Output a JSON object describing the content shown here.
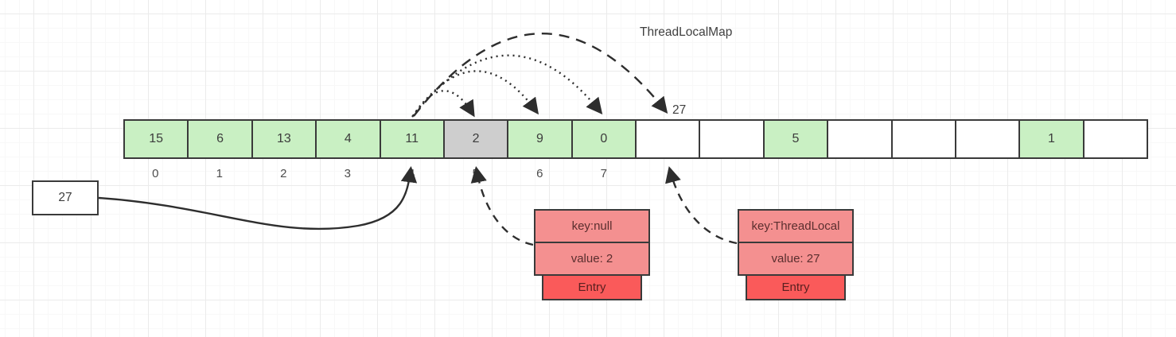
{
  "title": "ThreadLocalMap",
  "colors": {
    "border": "#3a3a3a",
    "cell_green": "#c9f0c3",
    "cell_gray": "#cecece",
    "cell_empty": "#ffffff",
    "entry_light": "#f49090",
    "entry_dark": "#fa5a5a"
  },
  "array": {
    "cells": [
      {
        "value": "15",
        "state": "filled"
      },
      {
        "value": "6",
        "state": "filled"
      },
      {
        "value": "13",
        "state": "filled"
      },
      {
        "value": "4",
        "state": "filled"
      },
      {
        "value": "11",
        "state": "filled"
      },
      {
        "value": "2",
        "state": "stale"
      },
      {
        "value": "9",
        "state": "filled"
      },
      {
        "value": "0",
        "state": "filled"
      },
      {
        "value": "",
        "state": "empty"
      },
      {
        "value": "",
        "state": "empty"
      },
      {
        "value": "5",
        "state": "filled"
      },
      {
        "value": "",
        "state": "empty"
      },
      {
        "value": "",
        "state": "empty"
      },
      {
        "value": "",
        "state": "empty"
      },
      {
        "value": "1",
        "state": "filled"
      },
      {
        "value": "",
        "state": "empty"
      }
    ],
    "indices": [
      "0",
      "1",
      "2",
      "3",
      "4",
      "5",
      "6",
      "7"
    ]
  },
  "labels": {
    "probe_target": "27",
    "incoming_value": "27"
  },
  "entries": [
    {
      "key": "key:null",
      "value": "value: 2",
      "footer": "Entry"
    },
    {
      "key": "key:ThreadLocal",
      "value": "value: 27",
      "footer": "Entry"
    }
  ]
}
